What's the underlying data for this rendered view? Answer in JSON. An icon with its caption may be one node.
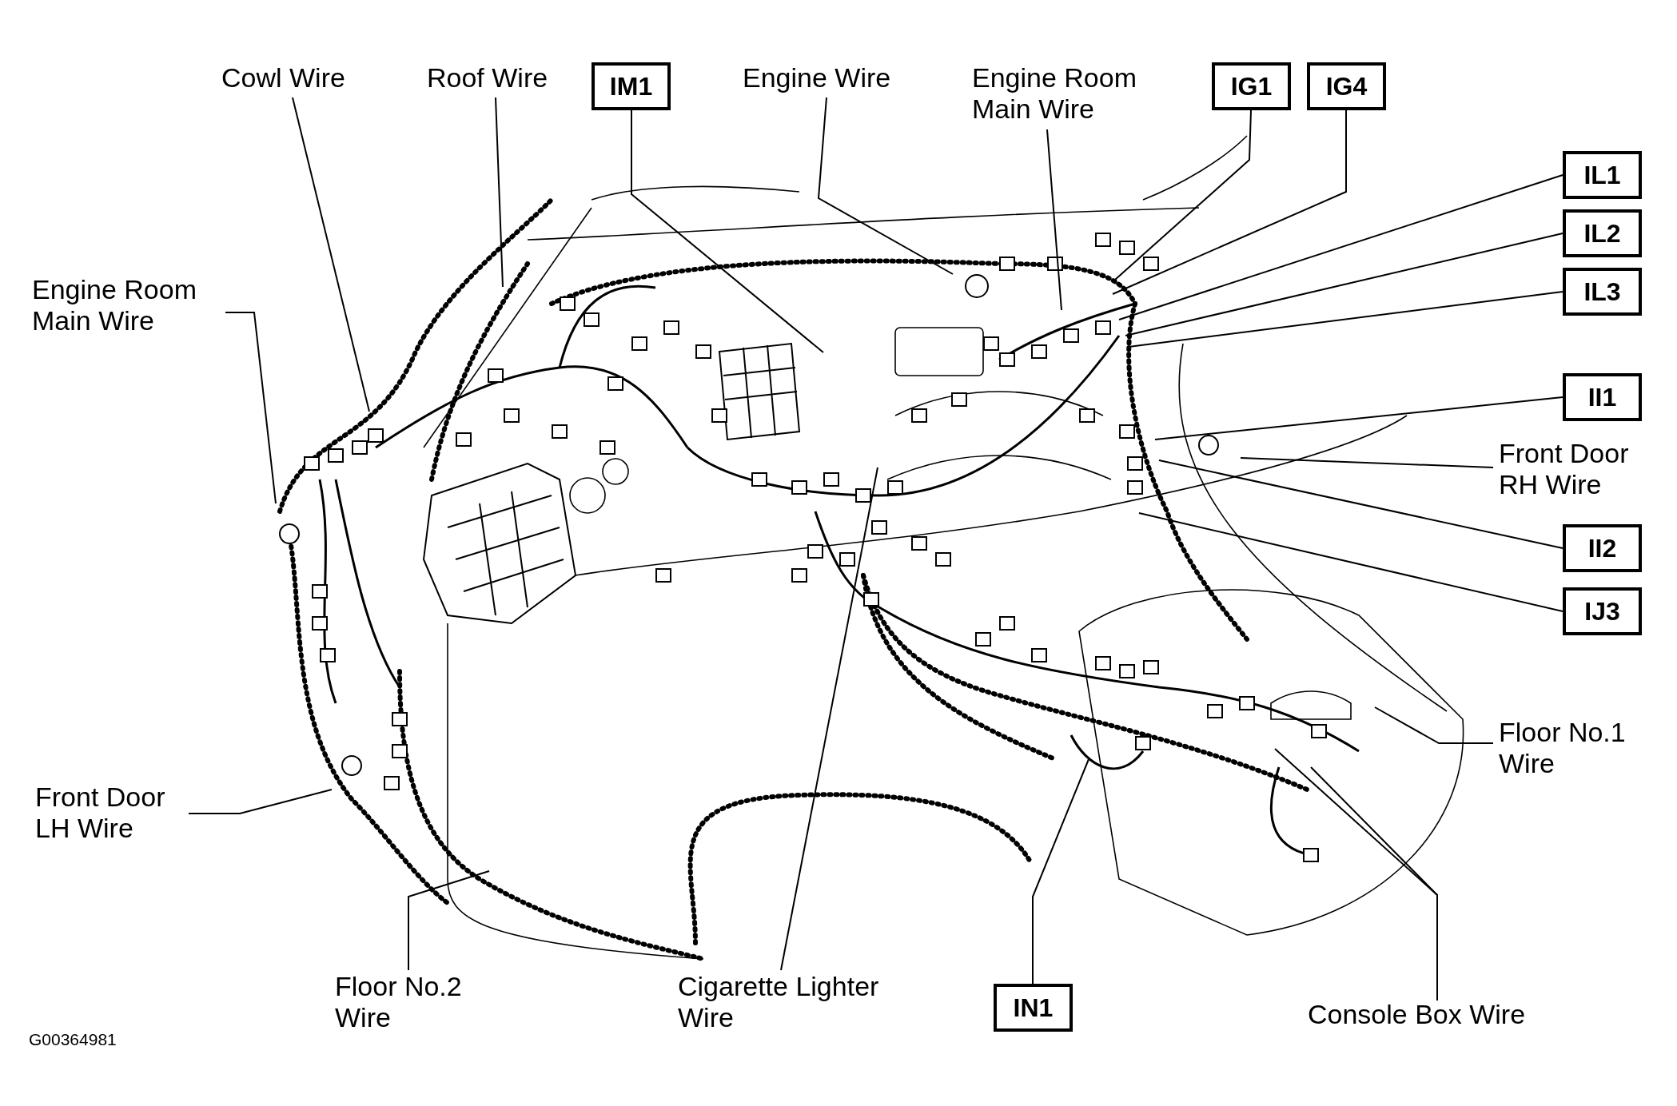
{
  "diagram": {
    "nodes": [
      {
        "text": [
          "Cowl Wire"
        ]
      },
      {
        "text": [
          "Roof Wire"
        ]
      },
      {
        "text": [
          "IM1"
        ]
      },
      {
        "text": [
          "Engine Wire"
        ]
      },
      {
        "text": [
          "Engine Room Main Wire"
        ]
      },
      {
        "text": [
          "IG1"
        ]
      },
      {
        "text": [
          "IG4"
        ]
      },
      {
        "text": [
          "IL1"
        ]
      },
      {
        "text": [
          "IL2"
        ]
      },
      {
        "text": [
          "IL3"
        ]
      },
      {
        "text": [
          "Engine Room Main Wire"
        ]
      },
      {
        "text": [
          "II1"
        ]
      },
      {
        "text": [
          "Front Door RH Wire"
        ]
      },
      {
        "text": [
          "II2"
        ]
      },
      {
        "text": [
          "IJ3"
        ]
      },
      {
        "text": [
          "Floor No.1 Wire"
        ]
      },
      {
        "text": [
          "Front Door LH Wire"
        ]
      },
      {
        "text": [
          "Floor No.2 Wire"
        ]
      },
      {
        "text": [
          "Cigarette Lighter Wire"
        ]
      },
      {
        "text": [
          "IN1"
        ]
      },
      {
        "text": [
          "Console Box Wire"
        ]
      }
    ],
    "edges": [
      {
        "from": 0,
        "to": null,
        "arrow": "none"
      },
      {
        "from": 1,
        "to": null,
        "arrow": "none"
      },
      {
        "from": 2,
        "to": null,
        "arrow": "none"
      },
      {
        "from": 3,
        "to": null,
        "arrow": "none"
      },
      {
        "from": 4,
        "to": null,
        "arrow": "none"
      },
      {
        "from": 5,
        "to": null,
        "arrow": "none"
      },
      {
        "from": 6,
        "to": null,
        "arrow": "none"
      },
      {
        "from": 7,
        "to": null,
        "arrow": "none"
      },
      {
        "from": 8,
        "to": null,
        "arrow": "none"
      },
      {
        "from": 9,
        "to": null,
        "arrow": "none"
      },
      {
        "from": 10,
        "to": null,
        "arrow": "none"
      },
      {
        "from": 11,
        "to": null,
        "arrow": "none"
      },
      {
        "from": 12,
        "to": null,
        "arrow": "none"
      },
      {
        "from": 13,
        "to": null,
        "arrow": "none"
      },
      {
        "from": 14,
        "to": null,
        "arrow": "none"
      },
      {
        "from": 15,
        "to": null,
        "arrow": "none"
      },
      {
        "from": 16,
        "to": null,
        "arrow": "none"
      },
      {
        "from": 17,
        "to": null,
        "arrow": "none"
      },
      {
        "from": 18,
        "to": null,
        "arrow": "none"
      },
      {
        "from": 19,
        "to": null,
        "arrow": "none"
      },
      {
        "from": 20,
        "to": null,
        "arrow": "none"
      },
      {
        "from": 20,
        "to": null,
        "arrow": "none"
      }
    ],
    "labels": [
      "G00364981"
    ]
  }
}
